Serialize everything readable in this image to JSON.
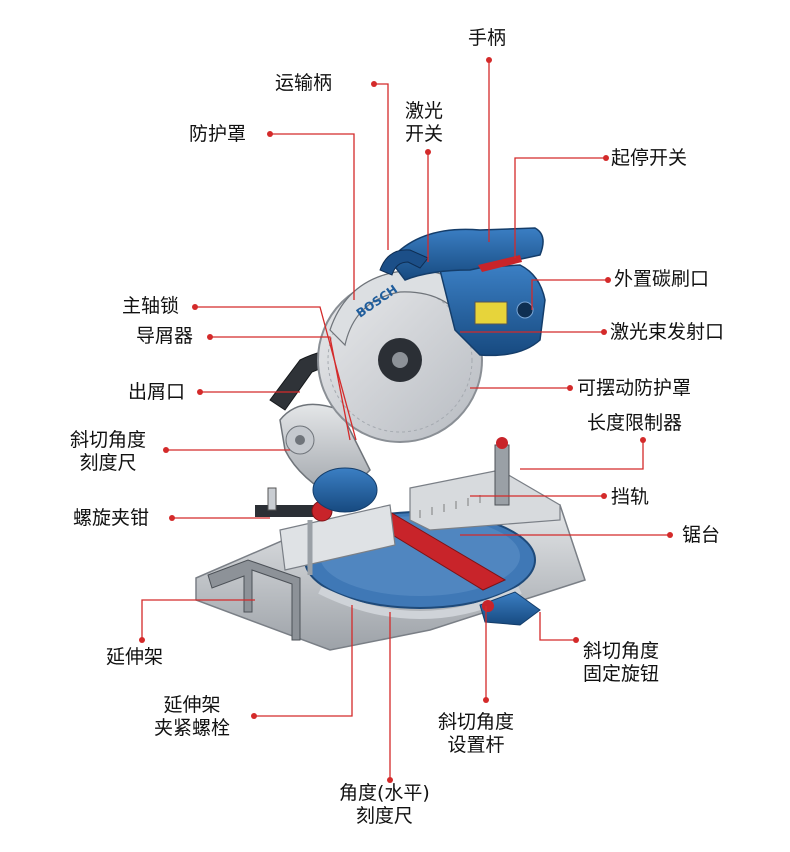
{
  "colors": {
    "leader": "#d42a2a",
    "body_blue": "#1f5d9c",
    "accent_red": "#c8242a",
    "metal": "#b9bcc0"
  },
  "labels": {
    "handle": "手柄",
    "carry_handle": "运输柄",
    "laser_switch_1": "激光",
    "laser_switch_2": "开关",
    "guard": "防护罩",
    "trigger": "起停开关",
    "brush_port": "外置碳刷口",
    "spindle_lock": "主轴锁",
    "laser_port": "激光束发射口",
    "chip_guide": "导屑器",
    "movable_guard": "可摆动防护罩",
    "dust_outlet": "出屑口",
    "length_stop": "长度限制器",
    "bevel_scale_1": "斜切角度",
    "bevel_scale_2": "刻度尺",
    "fence": "挡轨",
    "screw_clamp": "螺旋夹钳",
    "saw_table": "锯台",
    "extension": "延伸架",
    "bevel_knob_1": "斜切角度",
    "bevel_knob_2": "固定旋钮",
    "ext_bolt_1": "延伸架",
    "ext_bolt_2": "夹紧螺栓",
    "miter_lever_1": "斜切角度",
    "miter_lever_2": "设置杆",
    "miter_scale_1": "角度(水平)",
    "miter_scale_2": "刻度尺"
  },
  "product_text": {
    "brand": "BOSCH"
  }
}
